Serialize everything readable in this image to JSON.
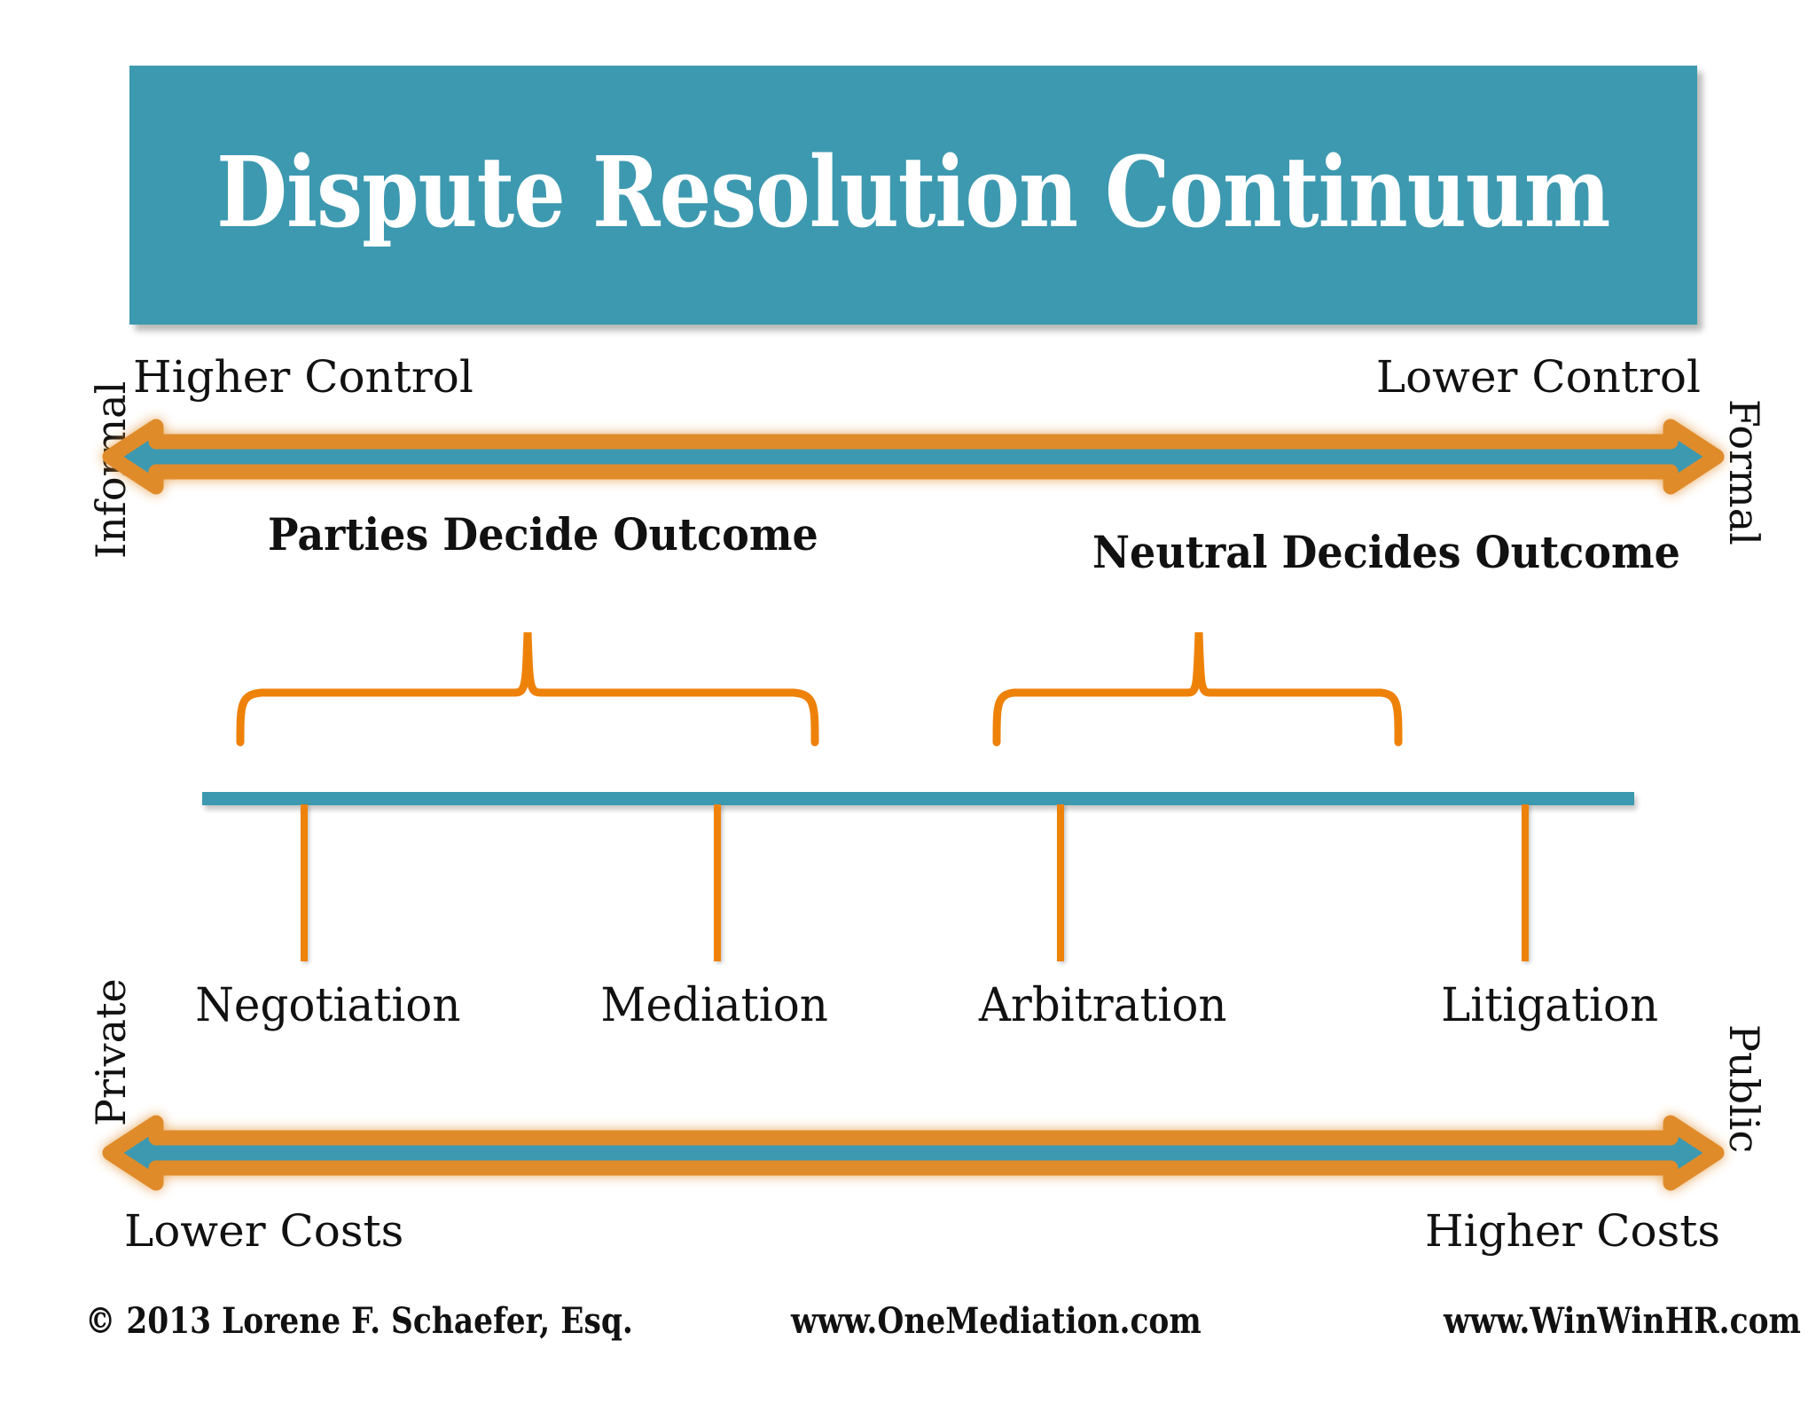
{
  "banner": {
    "title": "Dispute Resolution Continuum",
    "color": "#3d99b0"
  },
  "colors": {
    "teal": "#3d99b0",
    "orange": "#ee8209",
    "arrow_outline": "#e08b2a",
    "text": "#111111",
    "background": "#ffffff"
  },
  "axis_labels": {
    "top_left": "Higher Control",
    "top_right": "Lower Control",
    "bottom_left": "Lower Costs",
    "bottom_right": "Higher Costs",
    "side_top_left": "Informal",
    "side_top_right": "Formal",
    "side_bottom_left": "Private",
    "side_bottom_right": "Public"
  },
  "groups": [
    {
      "label": "Parties Decide Outcome"
    },
    {
      "label": "Neutral Decides Outcome"
    }
  ],
  "continuum": {
    "nodes": [
      {
        "label": "Negotiation"
      },
      {
        "label": "Mediation"
      },
      {
        "label": "Arbitration"
      },
      {
        "label": "Litigation"
      }
    ]
  },
  "footer": {
    "copyright": "© 2013 Lorene F. Schaefer, Esq.",
    "site_center": "www.OneMediation.com",
    "site_right": "www.WinWinHR.com"
  },
  "chart_data": {
    "type": "diagram",
    "title": "Dispute Resolution Continuum",
    "x_axis_points": [
      "Negotiation",
      "Mediation",
      "Arbitration",
      "Litigation"
    ],
    "top_axis": {
      "left": "Higher Control",
      "right": "Lower Control"
    },
    "bottom_axis": {
      "left": "Lower Costs",
      "right": "Higher Costs"
    },
    "left_axis": {
      "top": "Informal",
      "bottom": "Private"
    },
    "right_axis": {
      "top": "Formal",
      "bottom": "Public"
    },
    "groupings": [
      {
        "label": "Parties Decide Outcome",
        "members": [
          "Negotiation",
          "Mediation"
        ]
      },
      {
        "label": "Neutral Decides Outcome",
        "members": [
          "Arbitration",
          "Litigation"
        ]
      }
    ]
  }
}
